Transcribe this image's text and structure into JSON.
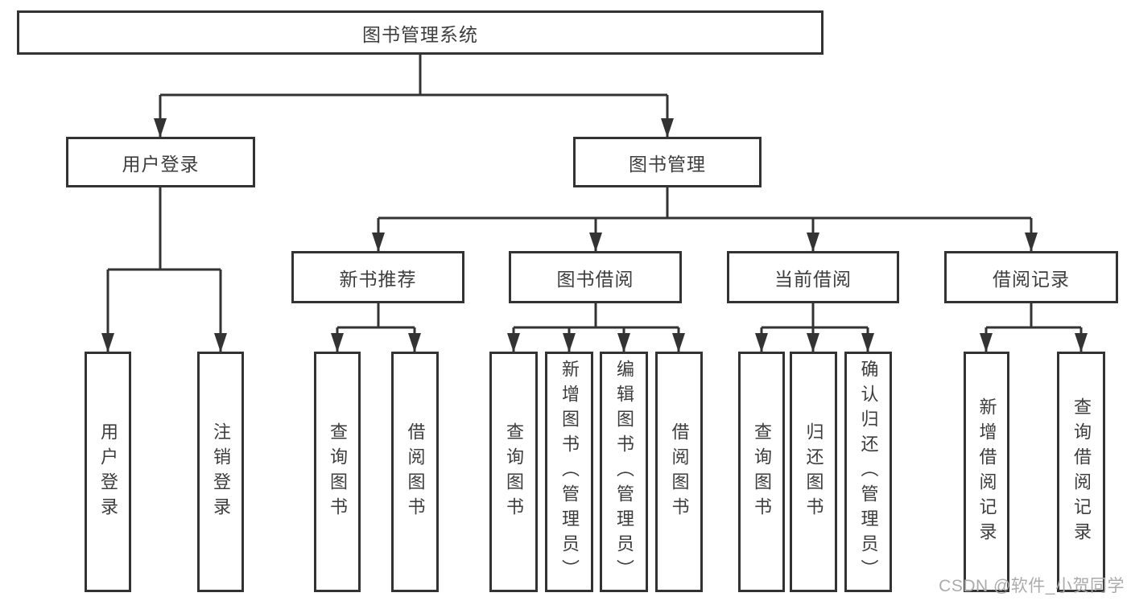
{
  "diagram": {
    "root": {
      "label": "图书管理系统"
    },
    "branches": [
      {
        "label": "用户登录",
        "children": [
          {
            "label": "用户登录"
          },
          {
            "label": "注销登录"
          }
        ]
      },
      {
        "label": "图书管理",
        "children": [
          {
            "label": "新书推荐",
            "children": [
              {
                "label": "查询图书"
              },
              {
                "label": "借阅图书"
              }
            ]
          },
          {
            "label": "图书借阅",
            "children": [
              {
                "label": "查询图书"
              },
              {
                "label": "新增图书（管理员）"
              },
              {
                "label": "编辑图书（管理员）"
              },
              {
                "label": "借阅图书"
              }
            ]
          },
          {
            "label": "当前借阅",
            "children": [
              {
                "label": "查询图书"
              },
              {
                "label": "归还图书"
              },
              {
                "label": "确认归还（管理员）"
              }
            ]
          },
          {
            "label": "借阅记录",
            "children": [
              {
                "label": "新增借阅记录"
              },
              {
                "label": "查询借阅记录"
              }
            ]
          }
        ]
      }
    ],
    "watermark": "CSDN @软件_小贺同学",
    "colors": {
      "line": "#333333",
      "box_border": "#333333",
      "text": "#3d3d3d",
      "background": "#ffffff",
      "watermark": "#ababab"
    }
  }
}
